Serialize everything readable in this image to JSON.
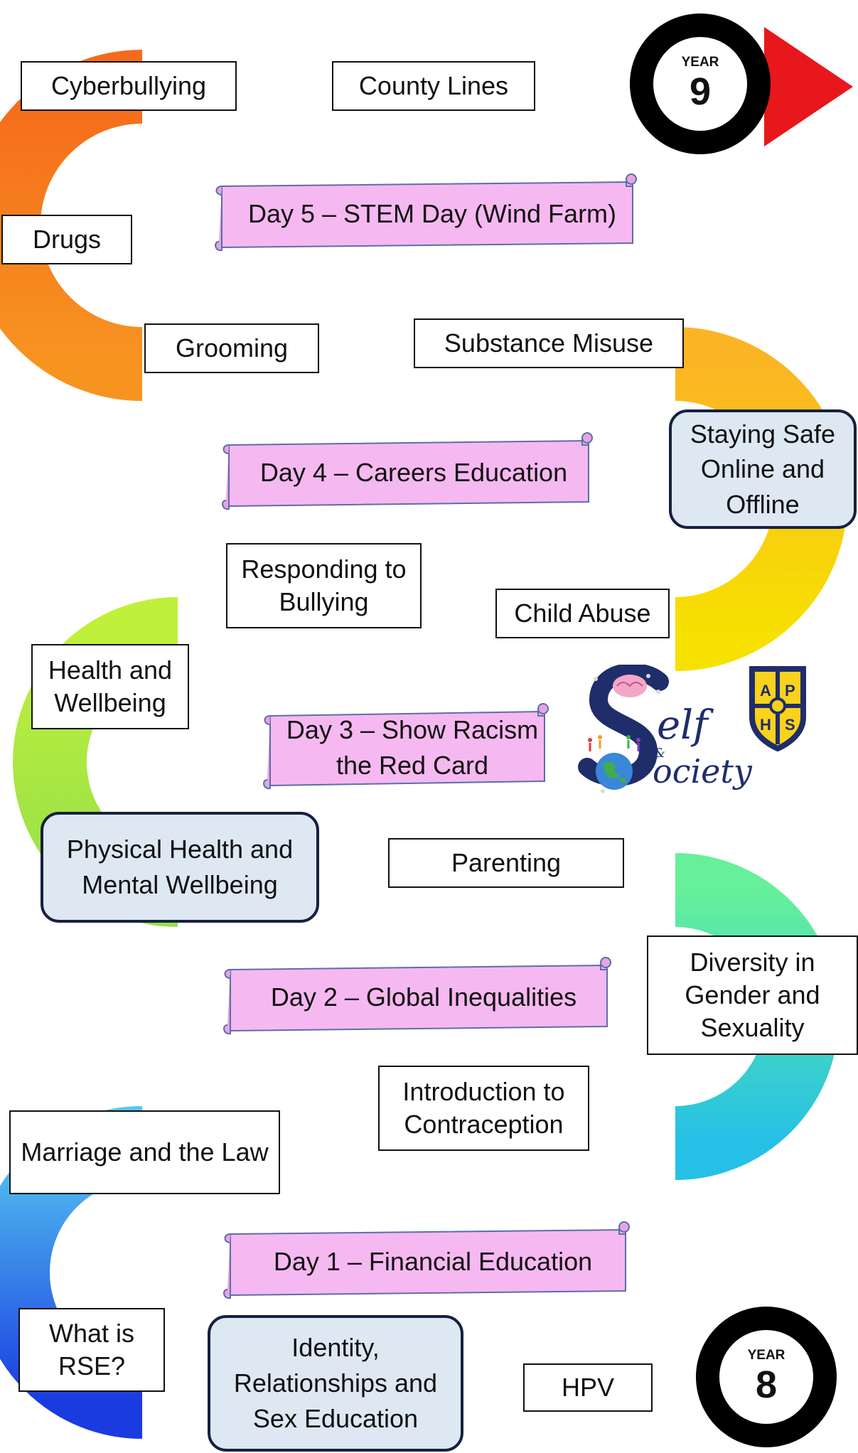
{
  "colors": {
    "arrow_red": "#e8171b",
    "orange": "#f58220",
    "yellow": "#f6e100",
    "green": "#a8e63c",
    "mint": "#66f09a",
    "cyan": "#1cb4ec",
    "blue": "#1a3be0",
    "purple": "#a223e8",
    "theme_fill": "#dde8f3",
    "theme_border": "#17213f",
    "scroll_fill": "#f6b8f0",
    "logo_navy": "#1f2d6b",
    "crest_yellow": "#f8d21c"
  },
  "year_end": {
    "label": "YEAR",
    "number": "9"
  },
  "year_start": {
    "label": "YEAR",
    "number": "8"
  },
  "topics": [
    "Cyberbullying",
    "County Lines",
    "Drugs",
    "Grooming",
    "Substance Misuse",
    "Responding to Bullying",
    "Child Abuse",
    "Health and Wellbeing",
    "Parenting",
    "Diversity in Gender and Sexuality",
    "Introduction to Contraception",
    "Marriage and the Law",
    "What is RSE?",
    "HPV"
  ],
  "themes": [
    "Staying Safe Online and Offline",
    "Physical Health and Mental Wellbeing",
    "Identity, Relationships and Sex Education"
  ],
  "days": [
    "Day 5 – STEM Day (Wind Farm)",
    "Day 4 – Careers Education",
    "Day 3 – Show Racism the Red Card",
    "Day 2 – Global Inequalities",
    "Day 1 – Financial Education"
  ],
  "logo": {
    "self_text": "elf",
    "and_text": "&",
    "society_text": "ociety",
    "crest_letters": [
      "A",
      "P",
      "H",
      "S"
    ]
  },
  "icons": {
    "arrow": "arrow-head-icon",
    "crest": "shield-crest-icon",
    "globe": "globe-icon",
    "brain": "brain-icon"
  }
}
